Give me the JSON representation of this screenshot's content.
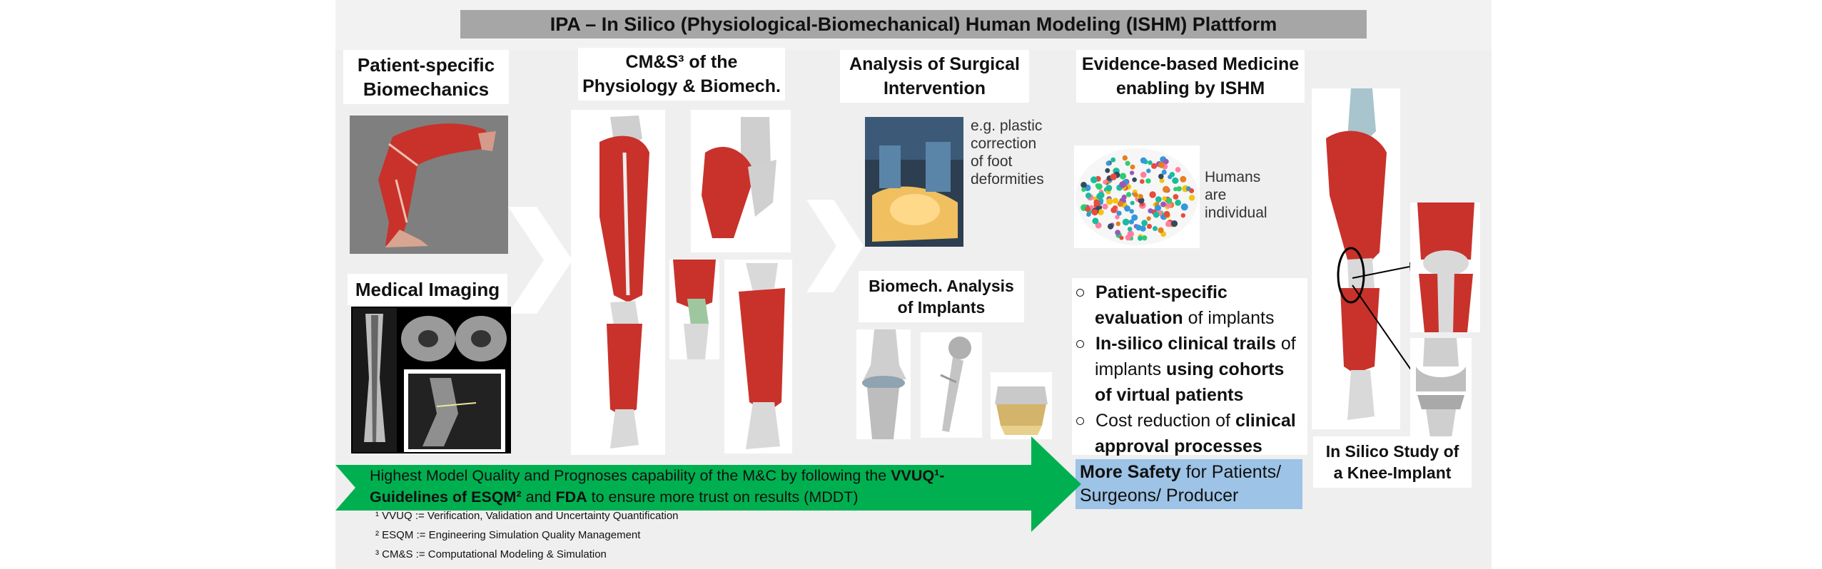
{
  "title": "IPA – In Silico (Physiological-Biomechanical) Human Modeling (ISHM) Plattform",
  "columns": {
    "patient_biomech": {
      "line1": "Patient-specific",
      "line2": "Biomechanics"
    },
    "medical_imaging": "Medical Imaging",
    "cmss": {
      "line1": "CM&S³ of the",
      "line2": "Physiology & Biomech."
    },
    "surgical": {
      "line1": "Analysis of Surgical",
      "line2": "Intervention"
    },
    "surgical_note": [
      "e.g. plastic",
      "correction",
      "of foot",
      "deformities"
    ],
    "implants": {
      "line1": "Biomech. Analysis",
      "line2": "of Implants"
    },
    "evidence": {
      "line1": "Evidence-based Medicine",
      "line2": "enabling by ISHM"
    },
    "humans_note": [
      "Humans",
      "are",
      "individual"
    ],
    "knee": {
      "line1": "In Silico Study of",
      "line2": "a Knee-Implant"
    }
  },
  "bullets": [
    {
      "bold1": "Patient-specific",
      "rest1": "",
      "bold2": "evaluation",
      "rest2": " of implants"
    },
    {
      "bold1": "In-silico clinical trails",
      "rest1": " of",
      "pre2": "implants ",
      "bold2": "using cohorts",
      "bold3": "of virtual patients"
    },
    {
      "pre1": "Cost reduction of ",
      "bold1": "clinical",
      "bold2": "approval processes"
    }
  ],
  "bullet_marker": "○",
  "safety": {
    "bold": "More Safety",
    "rest1": " for Patients/",
    "line2": "Surgeons/ Producer"
  },
  "arrow_text": {
    "l1_a": "Highest Model Quality and Prognoses capability of the M&C by following the ",
    "l1_b": "VVUQ¹-",
    "l2_a": "Guidelines of ESQM²",
    "l2_b": " and ",
    "l2_c": "FDA",
    "l2_d": " to ensure more trust on results (MDDT)"
  },
  "footnotes": [
    "¹ VVUQ := Verification, Validation and Uncertainty Quantification",
    "² ESQM := Engineering Simulation Quality Management",
    "³ CM&S := Computational Modeling & Simulation"
  ],
  "colors": {
    "muscle": "#c8322b",
    "bone": "#d9d9d9",
    "arrow": "#00b050",
    "title_bg": "#a6a6a6",
    "safety_bg": "#9dc3e6"
  }
}
